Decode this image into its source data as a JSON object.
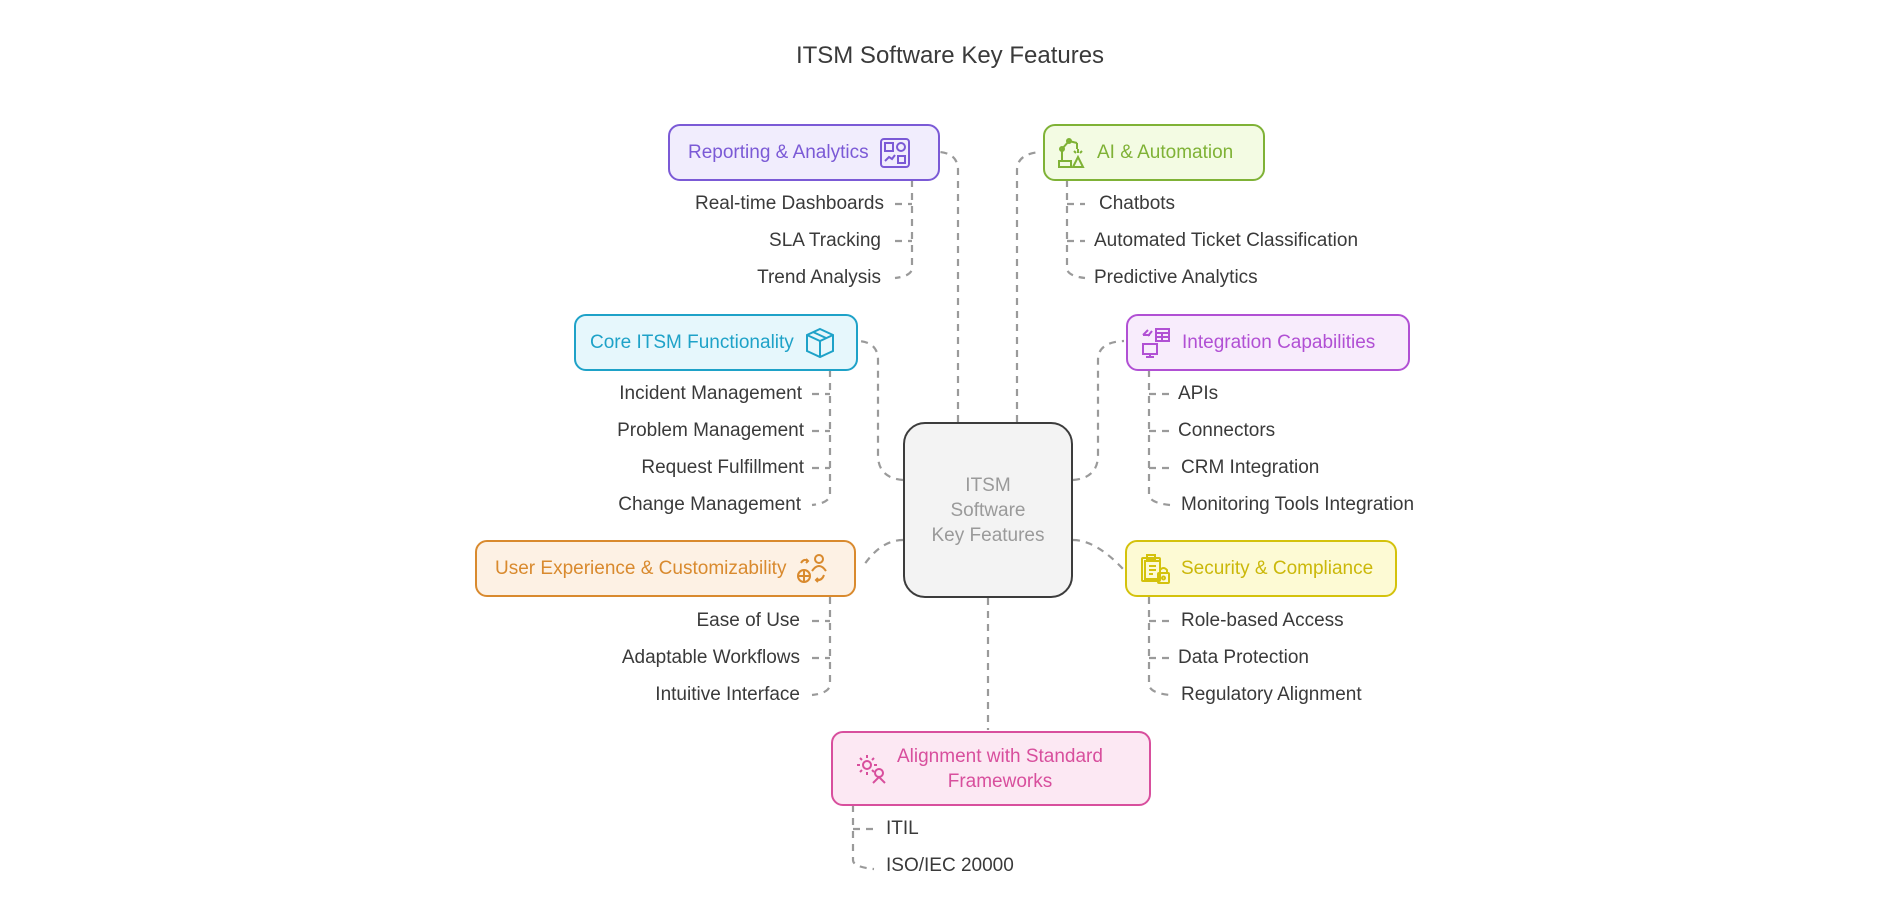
{
  "title": "ITSM Software Key Features",
  "center": {
    "label": "ITSM\nSoftware\nKey Features"
  },
  "branches": [
    {
      "id": "reporting",
      "label": "Reporting & Analytics",
      "icon": "dashboard-icon",
      "color": "#7b5ad6",
      "fill": "#f1edfd",
      "items": [
        "Real-time Dashboards",
        "SLA Tracking",
        "Trend Analysis"
      ]
    },
    {
      "id": "ai",
      "label": "AI & Automation",
      "icon": "robot-arm-icon",
      "color": "#7fb236",
      "fill": "#f3fbe3",
      "items": [
        "Chatbots",
        "Automated Ticket Classification",
        "Predictive Analytics"
      ]
    },
    {
      "id": "core",
      "label": "Core ITSM Functionality",
      "icon": "cube-icon",
      "color": "#1ea2c8",
      "fill": "#e6f7fc",
      "items": [
        "Incident Management",
        "Problem Management",
        "Request Fulfillment",
        "Change Management"
      ]
    },
    {
      "id": "integration",
      "label": "Integration Capabilities",
      "icon": "integration-icon",
      "color": "#b150d4",
      "fill": "#f8ecfc",
      "items": [
        "APIs",
        "Connectors",
        "CRM Integration",
        "Monitoring Tools Integration"
      ]
    },
    {
      "id": "ux",
      "label": "User Experience & Customizability",
      "icon": "user-customize-icon",
      "color": "#d98a2e",
      "fill": "#fdf1e4",
      "items": [
        "Ease of Use",
        "Adaptable Workflows",
        "Intuitive Interface"
      ]
    },
    {
      "id": "security",
      "label": "Security & Compliance",
      "icon": "clipboard-lock-icon",
      "color": "#d4c20c",
      "fill": "#fdfad4",
      "items": [
        "Role-based Access",
        "Data Protection",
        "Regulatory Alignment"
      ]
    },
    {
      "id": "frameworks",
      "label": "Alignment with Standard\nFrameworks",
      "icon": "gear-person-icon",
      "color": "#d84f9d",
      "fill": "#fce8f3",
      "items": [
        "ITIL",
        "ISO/IEC 20000"
      ]
    }
  ]
}
